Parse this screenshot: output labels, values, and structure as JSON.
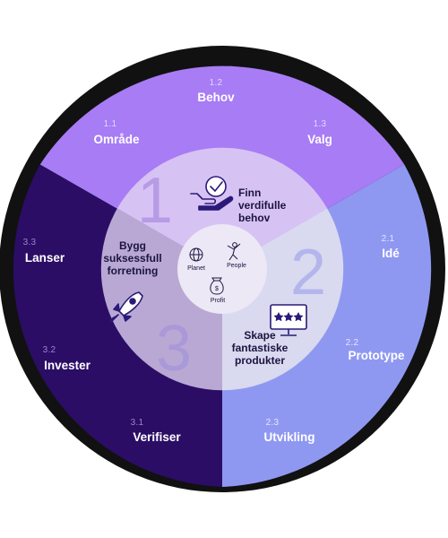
{
  "colors": {
    "ring": "#111111",
    "seg1": "#a77cf5",
    "seg2": "#8f98f1",
    "seg3": "#2b0d66",
    "inner1": "#d7c2f4",
    "inner2": "#d9d9ef",
    "inner3": "#b9a8d4",
    "center": "#ece8f6",
    "num_light": "#e3d6ff",
    "num_dark": "#9a86c9"
  },
  "big_numbers": [
    "1",
    "2",
    "3"
  ],
  "segments": [
    {
      "num": "1.1",
      "label": "Område"
    },
    {
      "num": "1.2",
      "label": "Behov"
    },
    {
      "num": "1.3",
      "label": "Valg"
    },
    {
      "num": "2.1",
      "label": "Idé"
    },
    {
      "num": "2.2",
      "label": "Prototype"
    },
    {
      "num": "2.3",
      "label": "Utvikling"
    },
    {
      "num": "3.1",
      "label": "Verifiser"
    },
    {
      "num": "3.2",
      "label": "Invester"
    },
    {
      "num": "3.3",
      "label": "Lanser"
    }
  ],
  "inner": {
    "one": {
      "line1": "Finn",
      "line2": "verdifulle",
      "line3": "behov",
      "icon": "hand-checkmark-icon"
    },
    "two": {
      "line1": "Skape",
      "line2": "fantastiske",
      "line3": "produkter",
      "icon": "monitor-stars-icon"
    },
    "three": {
      "line1": "Bygg",
      "line2": "suksessfull",
      "line3": "forretning",
      "icon": "rocket-icon"
    }
  },
  "center": {
    "planet": "Planet",
    "people": "People",
    "profit": "Profit"
  }
}
